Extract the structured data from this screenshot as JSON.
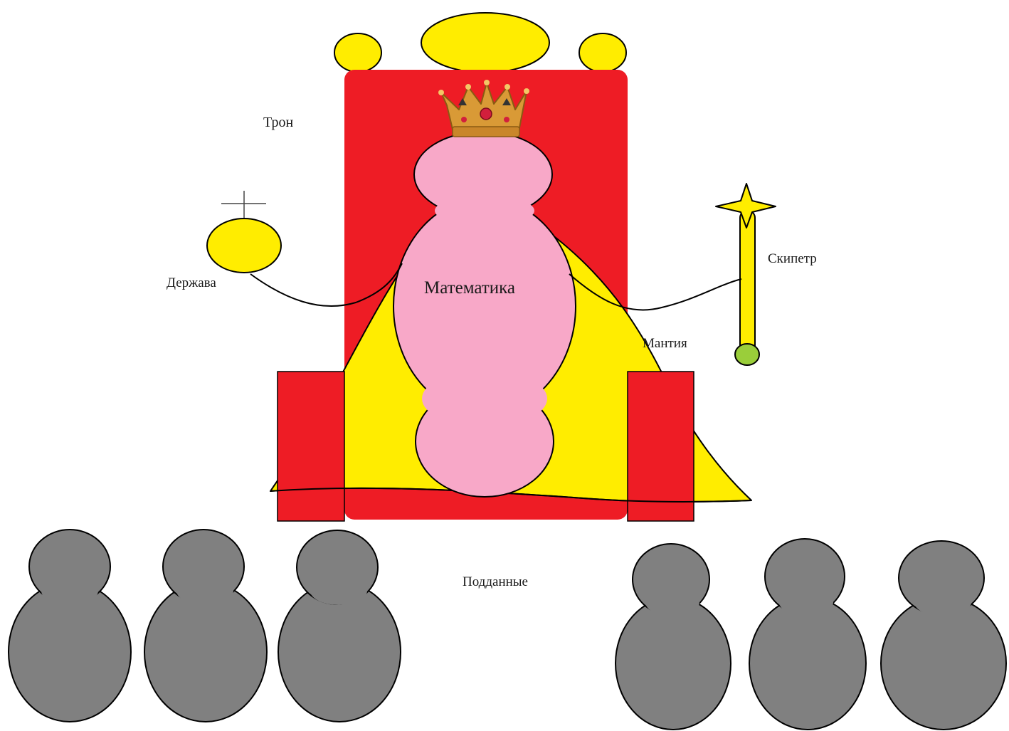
{
  "labels": {
    "throne": "Трон",
    "orb": "Держава",
    "scepter": "Скипетр",
    "mantle": "Мантия",
    "queen": "Математика",
    "subjects": "Подданные"
  },
  "colors": {
    "throne_red": "#ee1c25",
    "gold_yellow": "#ffed00",
    "queen_pink": "#f8a8c8",
    "subject_gray": "#808080",
    "scepter_tip_green": "#9ace3a",
    "crown_gold": "#d99a36",
    "crown_jewel": "#d21f3c",
    "outline": "#000000"
  },
  "icons": {
    "crown": "crown-icon",
    "orb_cross": "cross-icon",
    "scepter_star": "star-icon"
  },
  "subjects": {
    "count": 6
  }
}
